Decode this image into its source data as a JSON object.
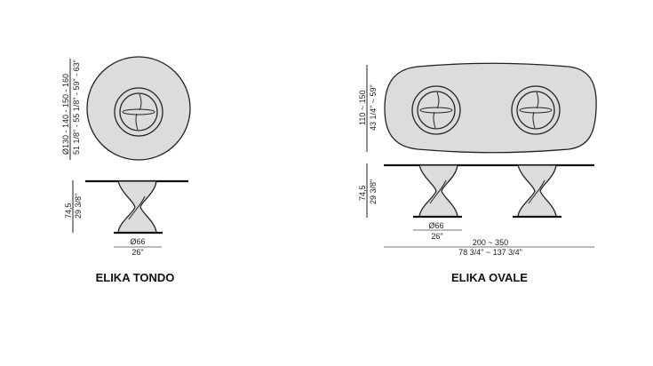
{
  "tondo": {
    "title": "ELIKA TONDO",
    "diameter_cm": "Ø130 - 140 - 150 - 160",
    "diameter_in": "51 1/8\" - 55 1/8\" - 59\" - 63\"",
    "height_cm": "74,5",
    "height_in": "29 3/8\"",
    "base_cm": "Ø66",
    "base_in": "26\""
  },
  "ovale": {
    "title": "ELIKA OVALE",
    "width_cm": "110 ~ 150",
    "width_in": "43 1/4\" ~ 59\"",
    "height_cm": "74,5",
    "height_in": "29 3/8\"",
    "base_cm": "Ø66",
    "base_in": "26\"",
    "length_cm": "200 ~ 350",
    "length_in": "78 3/4\" ~ 137 3/4\""
  }
}
